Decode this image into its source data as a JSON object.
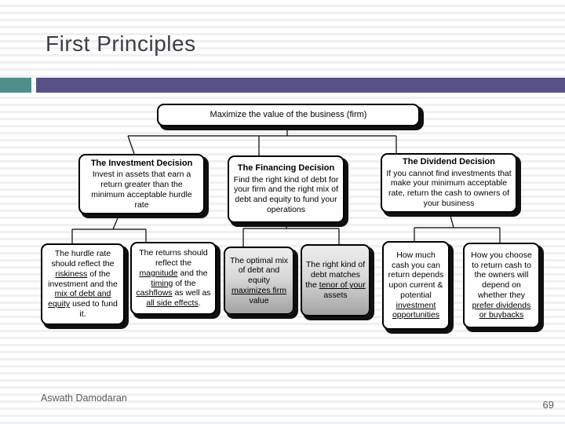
{
  "slide": {
    "title": "First Principles",
    "footer": {
      "author": "Aswath Damodaran",
      "page_number": "69"
    }
  },
  "colors": {
    "accent_teal": "#4E8F8C",
    "accent_purple": "#565287",
    "title_gray": "#3D3D42",
    "footer_gray": "#595959",
    "box_border": "#000000",
    "gray_box_top": "#EDEDED",
    "gray_box_bottom": "#A3A3A3"
  },
  "diagram": {
    "root": {
      "text": "Maximize the value of the business (firm)"
    },
    "decisions": [
      {
        "title": "The Investment Decision",
        "body": "Invest in assets that earn a return greater than the minimum acceptable hurdle rate"
      },
      {
        "title": "The Financing Decision",
        "body": "Find the right kind of debt for your firm and the right mix of debt and equity to fund your operations"
      },
      {
        "title": "The Dividend Decision",
        "body": "If you cannot find investments that make your minimum acceptable rate, return the cash to owners of your business"
      }
    ],
    "details": [
      {
        "id": "hurdle-rate",
        "segments": [
          {
            "t": "The hurdle rate should reflect the "
          },
          {
            "t": "riskiness",
            "u": true
          },
          {
            "t": " of the investment and the "
          },
          {
            "t": "mix of debt and equity",
            "u": true
          },
          {
            "t": " used to fund it."
          }
        ]
      },
      {
        "id": "returns",
        "segments": [
          {
            "t": "The returns should reflect the "
          },
          {
            "t": "magnitude",
            "u": true
          },
          {
            "t": " and the "
          },
          {
            "t": "timing",
            "u": true
          },
          {
            "t": " of the "
          },
          {
            "t": "cashflows",
            "u": true
          },
          {
            "t": " as well as "
          },
          {
            "t": "all side effects",
            "u": true
          },
          {
            "t": "."
          }
        ]
      },
      {
        "id": "optimal-mix",
        "segments": [
          {
            "t": "The optimal mix of debt and equity "
          },
          {
            "t": "maximizes firm",
            "u": true
          },
          {
            "t": " value"
          }
        ]
      },
      {
        "id": "right-kind-of-debt",
        "segments": [
          {
            "t": "The right kind of debt matches the "
          },
          {
            "t": "tenor of your",
            "u": true
          },
          {
            "t": " assets"
          }
        ]
      },
      {
        "id": "how-much-cash",
        "segments": [
          {
            "t": "How much cash you can return depends upon current & potential "
          },
          {
            "t": "investment opportunities",
            "u": true
          }
        ]
      },
      {
        "id": "how-you-choose",
        "segments": [
          {
            "t": "How you choose to return cash to the owners will depend on whether they "
          },
          {
            "t": "prefer dividends or buybacks",
            "u": true
          }
        ]
      }
    ]
  }
}
